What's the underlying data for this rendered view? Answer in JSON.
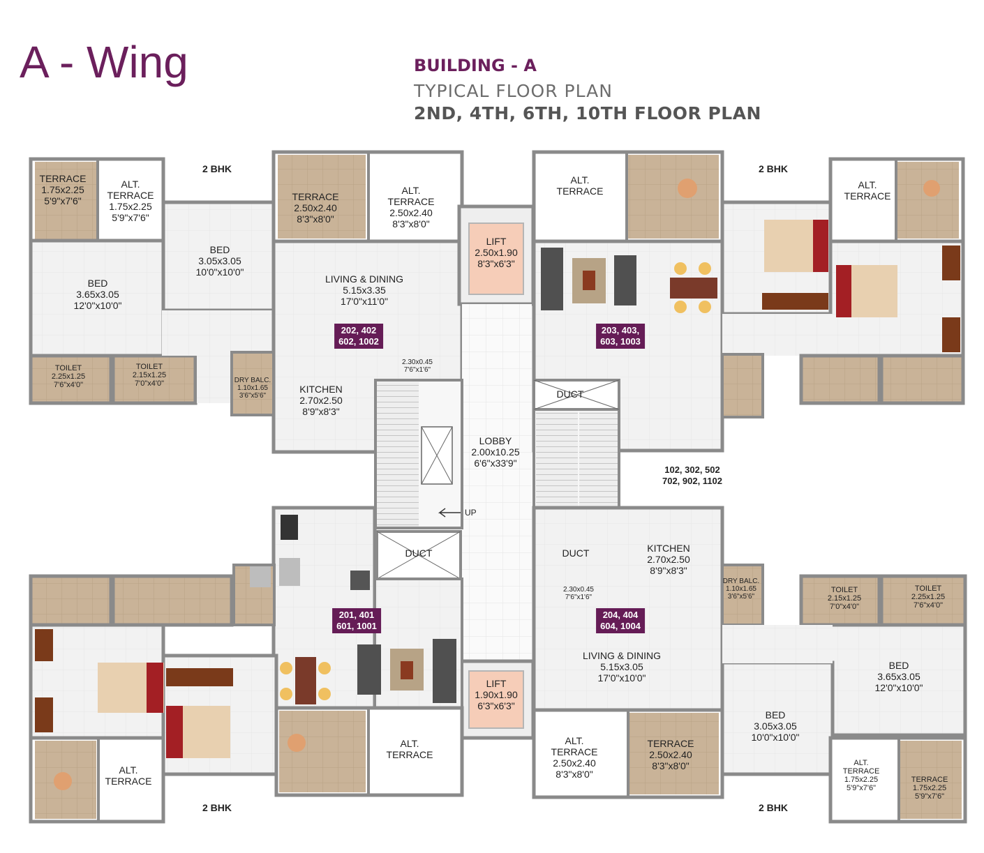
{
  "wing_title": "A - Wing",
  "header": {
    "building": "BUILDING - A",
    "plan_type": "TYPICAL FLOOR PLAN",
    "floors": "2ND, 4TH, 6TH, 10TH FLOOR PLAN"
  },
  "colors": {
    "title": "#6b1f5c",
    "badge": "#651c56",
    "wall": "#8a8a8a",
    "floor": "#f1f1f1",
    "terrace_tile": "#c9b398",
    "lift": "#f6cdb8",
    "corridor": "#fafafa"
  },
  "bhk_labels": [
    "2 BHK",
    "2 BHK",
    "2 BHK",
    "2 BHK"
  ],
  "unit_badges": {
    "top_left": [
      "202, 402",
      "602, 1002"
    ],
    "top_right": [
      "203, 403,",
      "603, 1003"
    ],
    "bottom_left": [
      "201, 401",
      "601, 1001"
    ],
    "bottom_right": [
      "204, 404",
      "604, 1004"
    ]
  },
  "flat_list": [
    "102, 302, 502",
    "702, 902, 1102"
  ],
  "up_label": "UP",
  "rooms": {
    "tl_terrace": [
      "TERRACE",
      "1.75x2.25",
      "5'9\"x7'6\""
    ],
    "tl_alt_terrace": [
      "ALT.",
      "TERRACE",
      "1.75x2.25",
      "5'9\"x7'6\""
    ],
    "tl_bed_small": [
      "BED",
      "3.05x3.05",
      "10'0\"x10'0\""
    ],
    "tl_bed_large": [
      "BED",
      "3.65x3.05",
      "12'0\"x10'0\""
    ],
    "tl_terrace2": [
      "TERRACE",
      "2.50x2.40",
      "8'3\"x8'0\""
    ],
    "tl_alt_terrace2": [
      "ALT.",
      "TERRACE",
      "2.50x2.40",
      "8'3\"x8'0\""
    ],
    "tl_living": [
      "LIVING & DINING",
      "5.15x3.35",
      "17'0\"x11'0\""
    ],
    "tl_toilet1": [
      "TOILET",
      "2.25x1.25",
      "7'6\"x4'0\""
    ],
    "tl_toilet2": [
      "TOILET",
      "2.15x1.25",
      "7'0\"x4'0\""
    ],
    "tl_dry_balc": [
      "DRY BALC.",
      "1.10x1.65",
      "3'6\"x5'6\""
    ],
    "tl_kitchen": [
      "KITCHEN",
      "2.70x2.50",
      "8'9\"x8'3\""
    ],
    "tl_shaft": [
      "2.30x0.45",
      "7'6\"x1'6\""
    ],
    "lift_top": [
      "LIFT",
      "2.50x1.90",
      "8'3\"x6'3\""
    ],
    "lift_bottom": [
      "LIFT",
      "1.90x1.90",
      "6'3\"x6'3\""
    ],
    "lobby": [
      "LOBBY",
      "2.00x10.25",
      "6'6\"x33'9\""
    ],
    "duct_top": [
      "DUCT"
    ],
    "duct_bl": [
      "DUCT"
    ],
    "duct_br": [
      "DUCT"
    ],
    "tr_alt_terrace1": [
      "ALT.",
      "TERRACE"
    ],
    "tr_alt_terrace2": [
      "ALT.",
      "TERRACE"
    ],
    "br_kitchen": [
      "KITCHEN",
      "2.70x2.50",
      "8'9\"x8'3\""
    ],
    "br_shaft": [
      "2.30x0.45",
      "7'6\"x1'6\""
    ],
    "br_dry_balc": [
      "DRY BALC.",
      "1.10x1.65",
      "3'6\"x5'6\""
    ],
    "br_toilet1": [
      "TOILET",
      "2.15x1.25",
      "7'0\"x4'0\""
    ],
    "br_toilet2": [
      "TOILET",
      "2.25x1.25",
      "7'6\"x4'0\""
    ],
    "br_living": [
      "LIVING & DINING",
      "5.15x3.05",
      "17'0\"x10'0\""
    ],
    "br_bed_large": [
      "BED",
      "3.65x3.05",
      "12'0\"x10'0\""
    ],
    "br_bed_small": [
      "BED",
      "3.05x3.05",
      "10'0\"x10'0\""
    ],
    "br_alt_terrace2": [
      "ALT.",
      "TERRACE",
      "2.50x2.40",
      "8'3\"x8'0\""
    ],
    "br_terrace2": [
      "TERRACE",
      "2.50x2.40",
      "8'3\"x8'0\""
    ],
    "br_alt_terrace": [
      "ALT.",
      "TERRACE",
      "1.75x2.25",
      "5'9\"x7'6\""
    ],
    "br_terrace": [
      "TERRACE",
      "1.75x2.25",
      "5'9\"x7'6\""
    ],
    "bl_alt_terrace1": [
      "ALT.",
      "TERRACE"
    ],
    "bl_alt_terrace2": [
      "ALT.",
      "TERRACE"
    ]
  }
}
